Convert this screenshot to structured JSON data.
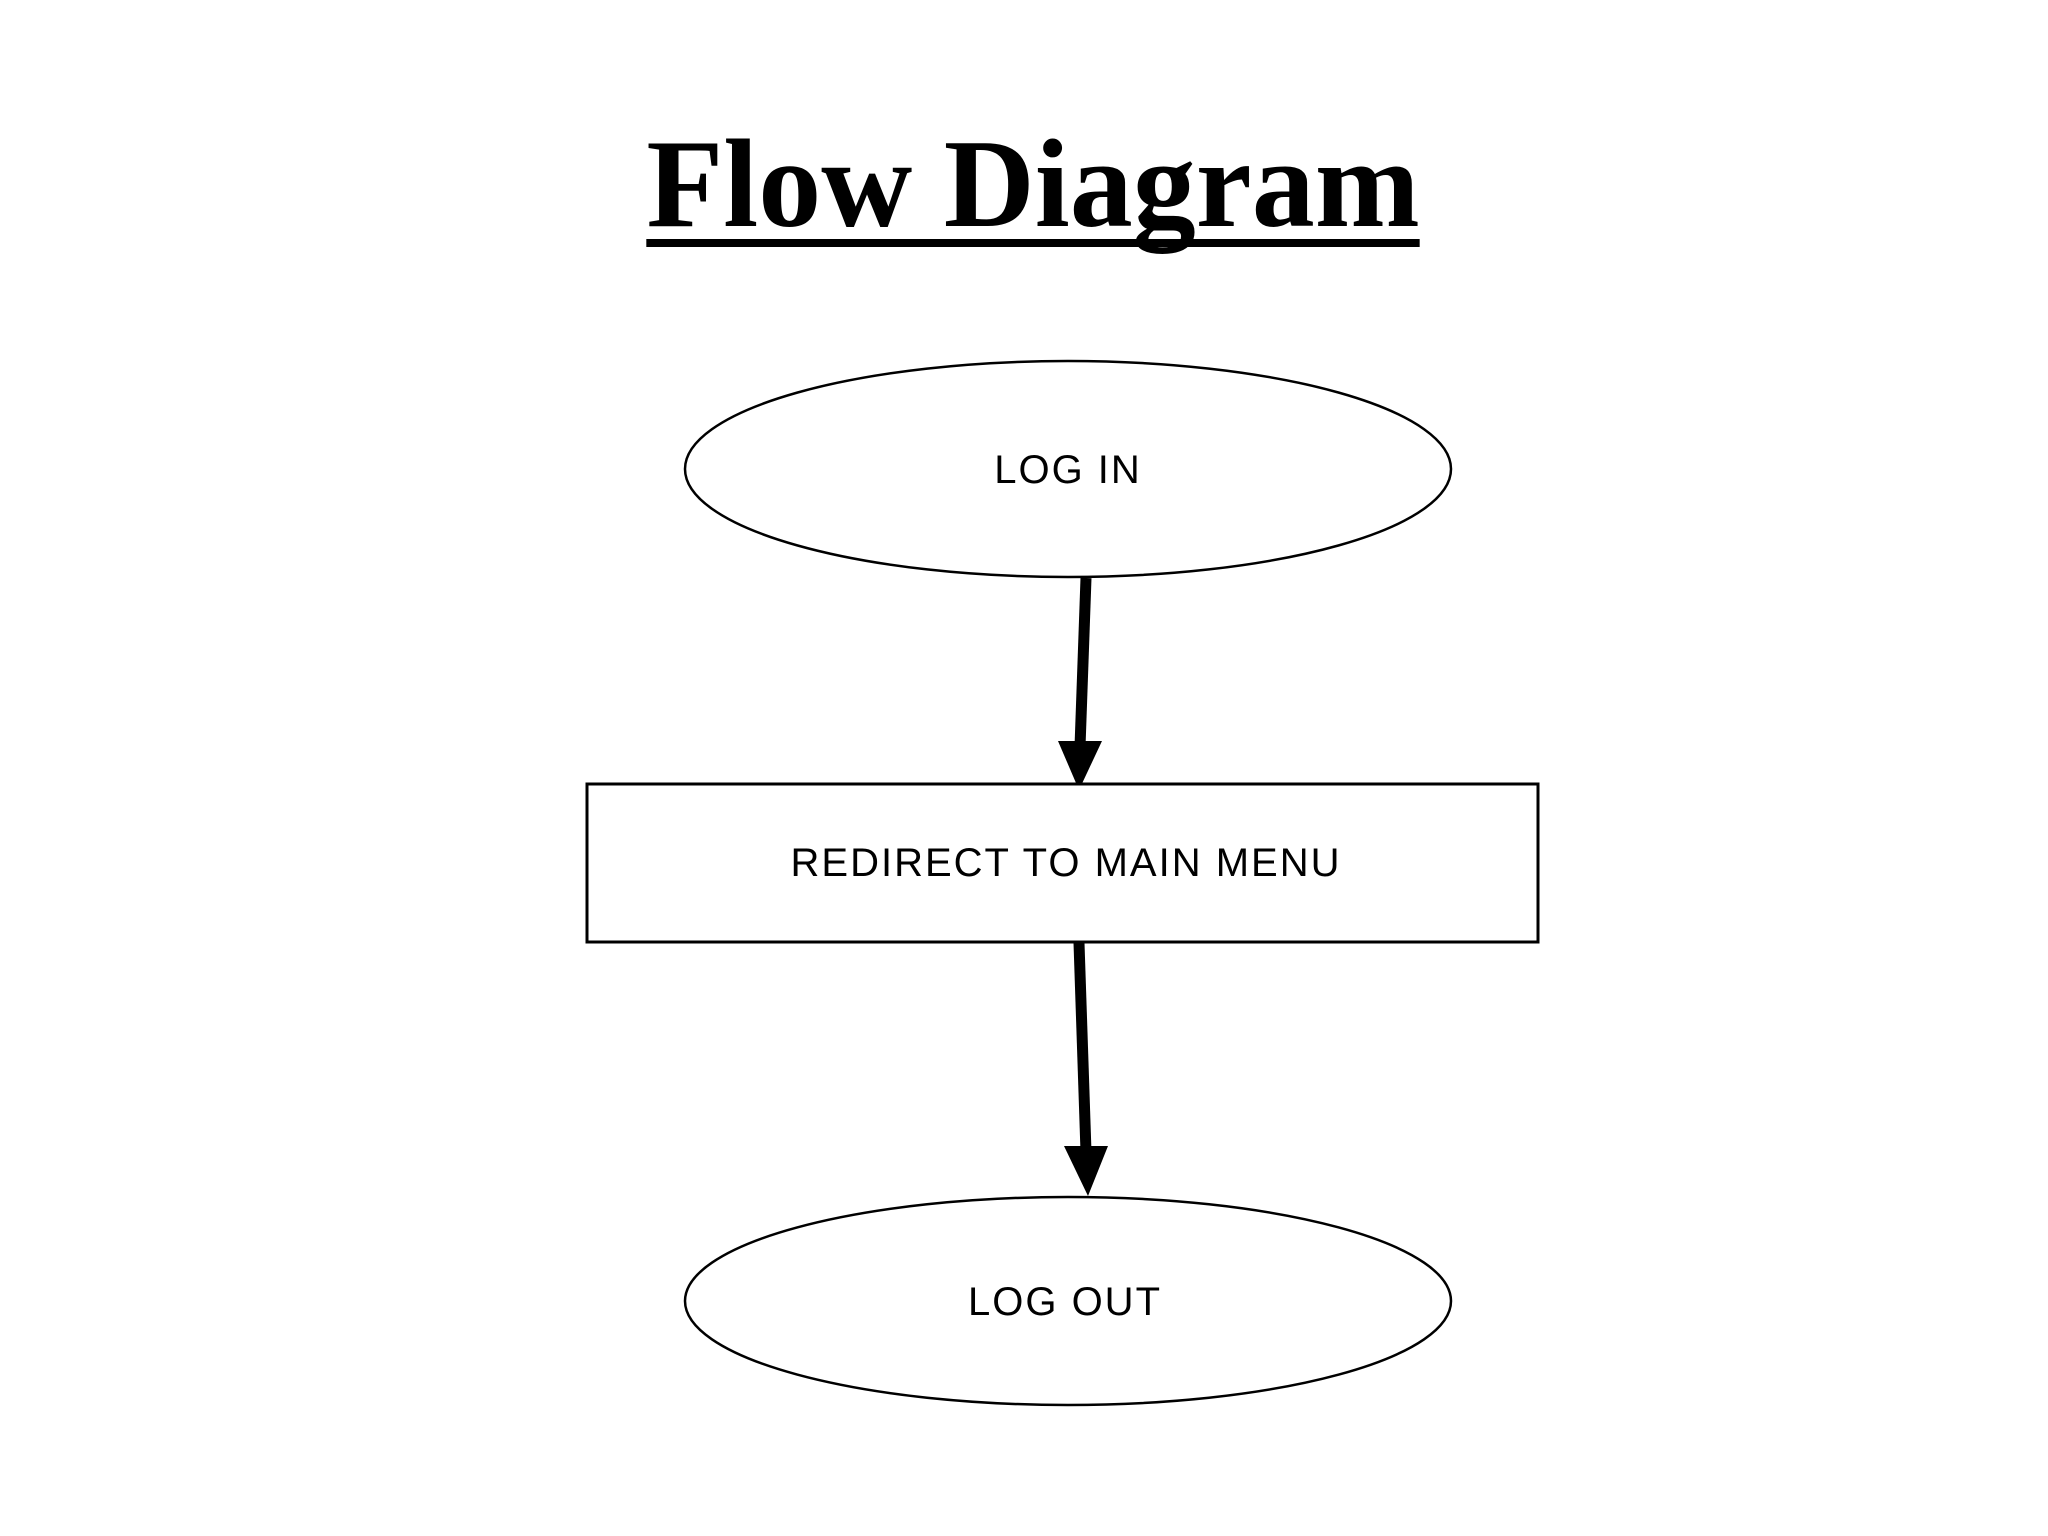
{
  "page": {
    "title": "Flow Diagram",
    "background_color": "#ffffff",
    "ink_color": "#000000"
  },
  "diagram": {
    "nodes": [
      {
        "id": "login",
        "shape": "ellipse",
        "label": "LOG IN"
      },
      {
        "id": "redirect",
        "shape": "rectangle",
        "label": "REDIRECT TO MAIN MENU"
      },
      {
        "id": "logout",
        "shape": "ellipse",
        "label": "LOG OUT"
      }
    ],
    "edges": [
      {
        "from": "login",
        "to": "redirect",
        "style": "solid-arrow-down"
      },
      {
        "from": "redirect",
        "to": "logout",
        "style": "solid-arrow-down"
      }
    ]
  }
}
